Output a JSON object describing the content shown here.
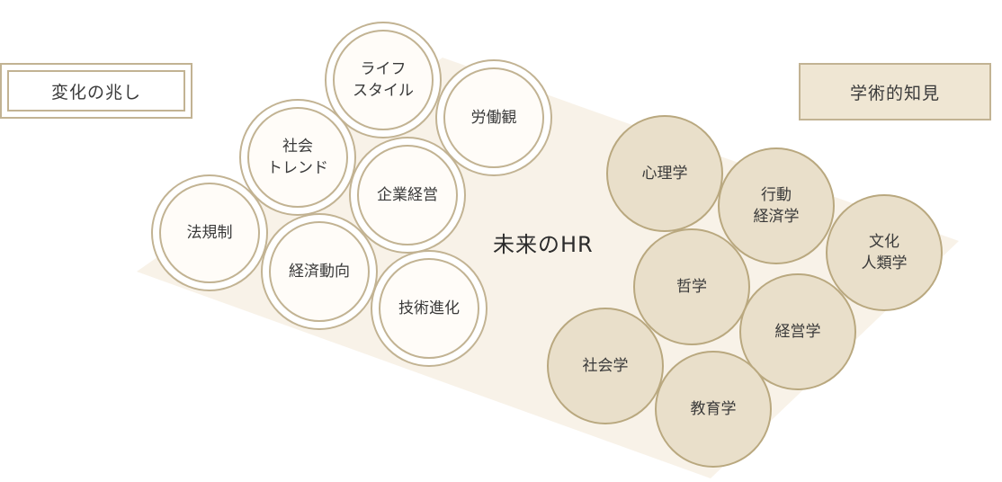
{
  "left_header": {
    "label": "変化の兆し"
  },
  "right_header": {
    "label": "学術的知見"
  },
  "center_label": "未来のHR",
  "colors": {
    "plane_fill": "#f8f2e8",
    "outline": "#c2b393",
    "knowledge_fill": "#e9dfca",
    "text": "#3a3a3a"
  },
  "change_signals": [
    {
      "label": "ライフ\nスタイル"
    },
    {
      "label": "労働観"
    },
    {
      "label": "社会\nトレンド"
    },
    {
      "label": "企業経営"
    },
    {
      "label": "法規制"
    },
    {
      "label": "経済動向"
    },
    {
      "label": "技術進化"
    }
  ],
  "academic_fields": [
    {
      "label": "心理学"
    },
    {
      "label": "行動\n経済学"
    },
    {
      "label": "文化\n人類学"
    },
    {
      "label": "哲学"
    },
    {
      "label": "経営学"
    },
    {
      "label": "社会学"
    },
    {
      "label": "教育学"
    }
  ]
}
